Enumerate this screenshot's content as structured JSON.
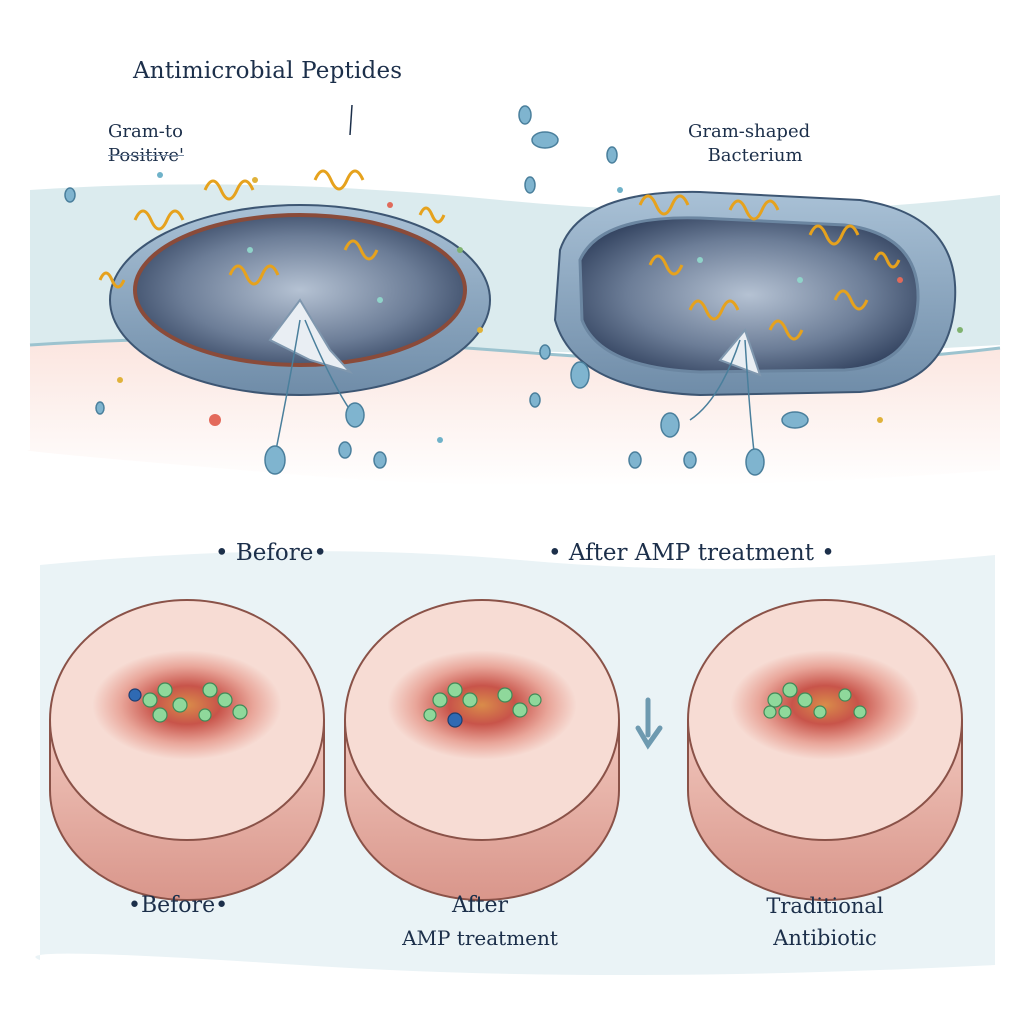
{
  "top_panel": {
    "title": "Antimicrobial Peptides",
    "left_label_line1": "Gram-to",
    "left_label_line2": "Positive'",
    "right_label_line1": "Gram-shaped",
    "right_label_line2": "Bacterium"
  },
  "middle_labels": {
    "before": "• Before•",
    "after": "• After AMP treatment •"
  },
  "bottom_labels": {
    "before": "•Before•",
    "after_line1": "After",
    "after_line2": "AMP treatment",
    "traditional_line1": "Traditional",
    "traditional_line2": "Antibiotic"
  },
  "colors": {
    "membrane": "#9fc0d2",
    "cell_wall": "#7f9fb8",
    "peptide": "#e6a21d",
    "skin": "#f6d7cf",
    "wound": "#c5524a",
    "bacteria": "#8fd89b"
  }
}
